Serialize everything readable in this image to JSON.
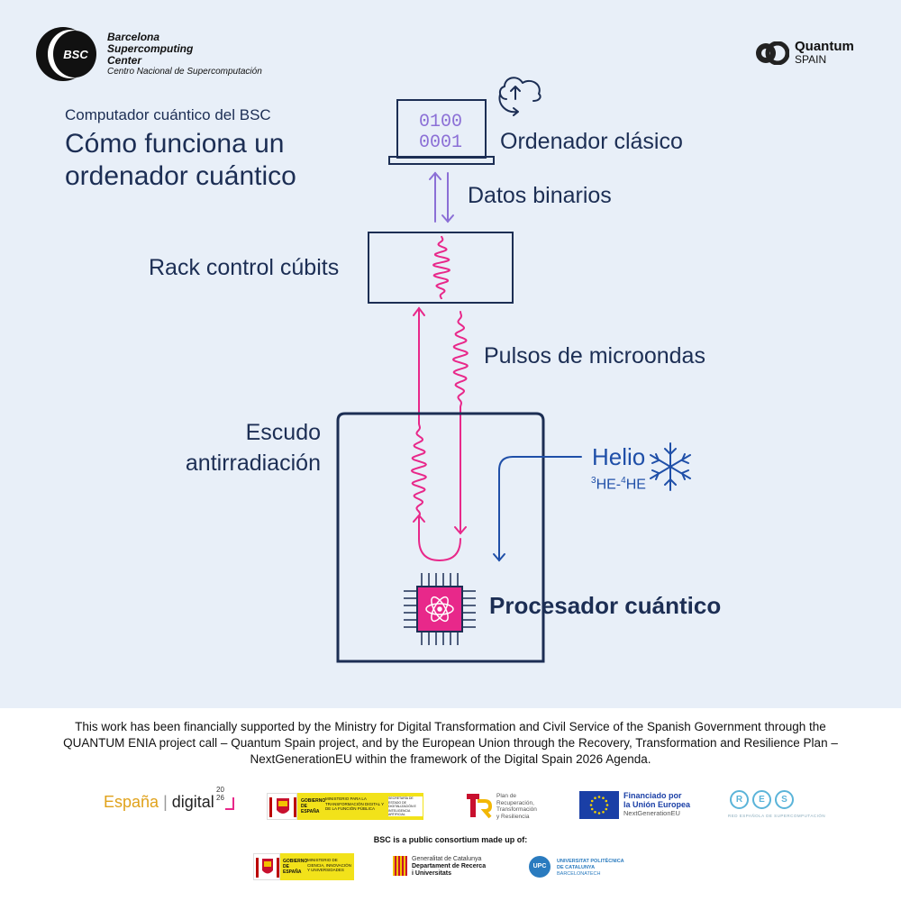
{
  "header": {
    "bsc_logo_text": "BSC",
    "bsc_name_lines": [
      "Barcelona",
      "Supercomputing",
      "Center"
    ],
    "bsc_subtitle": "Centro Nacional de Supercomputación",
    "quantum_spain": {
      "line1": "Quantum",
      "line2": "SPAIN"
    }
  },
  "title": {
    "kicker": "Computador cuántico del BSC",
    "line1": "Cómo funciona un",
    "line2": "ordenador cuántico"
  },
  "diagram": {
    "binary_line1": "0100",
    "binary_line2": "0001",
    "classic_computer": "Ordenador clásico",
    "binary_data": "Datos binarios",
    "rack": "Rack control cúbits",
    "microwave": "Pulsos de microondas",
    "shield_line1": "Escudo",
    "shield_line2": "antirradiación",
    "helium": "Helio",
    "helium_sup3": "3",
    "helium_mid": "HE-",
    "helium_sup4": "4",
    "helium_end": "HE",
    "processor": "Procesador cuántico"
  },
  "colors": {
    "navy": "#1c2e54",
    "purple": "#8b6fd6",
    "magenta": "#e8288a",
    "blue": "#1f4fa8",
    "background": "#e8eff8"
  },
  "footer": {
    "funding_text": "This work has been financially supported by the Ministry for Digital Transformation and Civil Service of the Spanish Government through the QUANTUM ENIA project call – Quantum Spain project, and by the European Union through the Recovery, Transformation and Resilience Plan – NextGenerationEU within the framework of the Digital Spain 2026 Agenda.",
    "espana_digital": {
      "espana": "España",
      "digital": "digital",
      "year_top": "20",
      "year_bottom": "26"
    },
    "gobierno": "GOBIERNO DE ESPAÑA",
    "ministerio": "MINISTERIO PARA LA TRANSFORMACIÓN DIGITAL Y DE LA FUNCIÓN PÚBLICA",
    "secretaria": "SECRETARÍA DE ESTADO DE DIGITALIZACIÓN E INTELIGENCIA ARTIFICIAL",
    "plan": [
      "Plan de",
      "Recuperación,",
      "Transformación",
      "y Resiliencia"
    ],
    "eu": {
      "line1": "Financiado por",
      "line2": "la Unión Europea",
      "line3": "NextGenerationEU"
    },
    "res": {
      "letters": [
        "R",
        "E",
        "S"
      ],
      "subtitle": "RED ESPAÑOLA DE SUPERCOMPUTACIÓN"
    },
    "consortium_title": "BSC is a public consortium made up of:",
    "gobierno2": "GOBIERNO DE ESPAÑA",
    "ministerio2": "MINISTERIO DE CIENCIA, INNOVACIÓN Y UNIVERSIDADES",
    "generalitat": {
      "line1": "Generalitat de Catalunya",
      "line2": "Departament de Recerca",
      "line3": "i Universitats"
    },
    "upc": {
      "line1": "UNIVERSITAT POLITÈCNICA",
      "line2": "DE CATALUNYA",
      "line3": "BARCELONATECH",
      "mark": "UPC"
    }
  }
}
